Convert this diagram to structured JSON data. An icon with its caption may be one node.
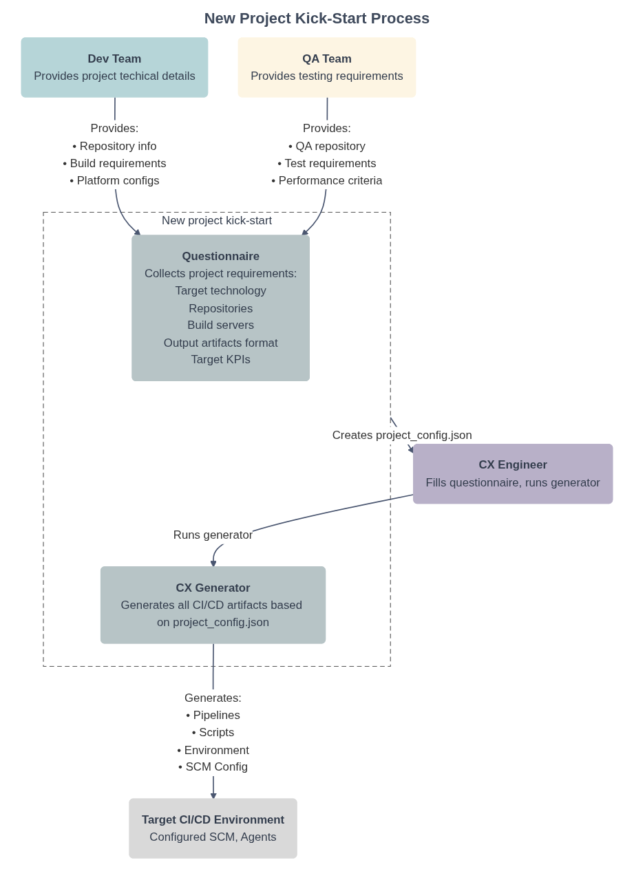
{
  "diagram": {
    "title": "New Project Kick-Start Process",
    "nodes": [
      {
        "text": [
          "Dev Team",
          "Provides project techical details"
        ]
      },
      {
        "text": [
          "QA Team",
          "Provides testing requirements"
        ]
      },
      {
        "text": [
          "CX Engineer",
          "Fills questionnaire, runs generator"
        ]
      },
      {
        "text": [
          "New project kick-start"
        ]
      },
      {
        "text": [
          "Questionnaire",
          "Collects project requirements:",
          "Target technology",
          "Repositories",
          "Build servers",
          "Output artifacts format",
          "Target KPIs"
        ],
        "in": 3
      },
      {
        "text": [
          "CX Generator",
          "Generates all CI/CD artifacts based on project_config.json"
        ],
        "in": 3
      },
      {
        "text": [
          "Target CI/CD Environment",
          "Configured SCM, Agents"
        ]
      }
    ],
    "edges": [
      {
        "from": 0,
        "to": 4,
        "arrow": "to",
        "label": "Provides: • Repository info • Build requirements • Platform configs"
      },
      {
        "from": 1,
        "to": 4,
        "arrow": "to",
        "label": "Provides: • QA repository • Test requirements • Performance criteria"
      },
      {
        "from": 3,
        "to": 2,
        "arrow": "to",
        "label": "Creates project_config.json"
      },
      {
        "from": 2,
        "to": 5,
        "arrow": "to",
        "label": "Runs generator"
      },
      {
        "from": 5,
        "to": 6,
        "arrow": "to",
        "label": "Generates: • Pipelines • Scripts • Environment • SCM Config"
      }
    ]
  }
}
